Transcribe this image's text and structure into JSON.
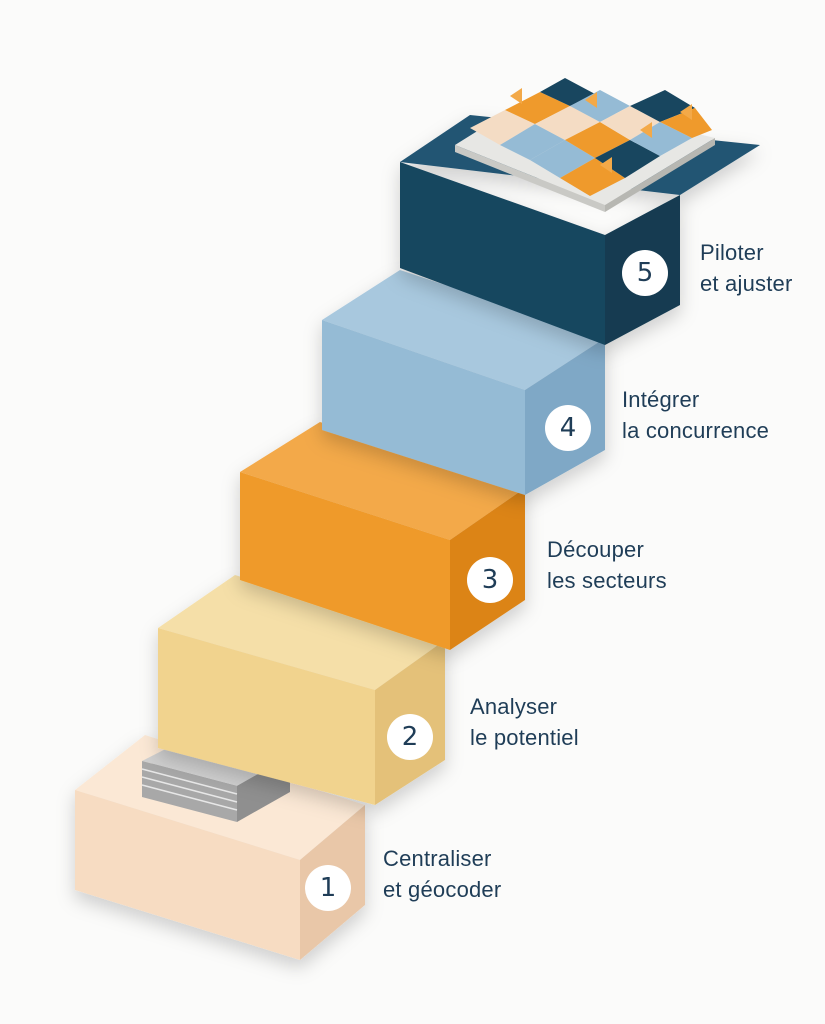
{
  "steps": [
    {
      "number": "1",
      "line1": "Centraliser",
      "line2": "et géocoder",
      "color": "#f7dcc2"
    },
    {
      "number": "2",
      "line1": "Analyser",
      "line2": "le potentiel",
      "color": "#f1d38e"
    },
    {
      "number": "3",
      "line1": "Découper",
      "line2": "les secteurs",
      "color": "#ef9a2c"
    },
    {
      "number": "4",
      "line1": "Intégrer",
      "line2": "la concurrence",
      "color": "#95bbd5"
    },
    {
      "number": "5",
      "line1": "Piloter",
      "line2": "et ajuster",
      "color": "#18465f"
    }
  ]
}
